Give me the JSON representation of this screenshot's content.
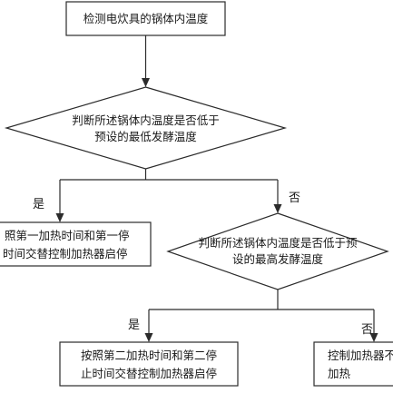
{
  "flowchart": {
    "step1": "检测电炊具的锅体内温度",
    "decision1": {
      "line1": "判断所述锅体内温度是否低于",
      "line2": "预设的最低发酵温度"
    },
    "yes1": "是",
    "no1": "否",
    "step2": {
      "line1": "照第一加热时间和第一停",
      "line2": "时间交替控制加热器启停"
    },
    "decision2": {
      "line1": "判断所述锅体内温度是否低于预",
      "line2": "设的最高发酵温度"
    },
    "yes2": "是",
    "no2": "否",
    "step3": {
      "line1": "按照第二加热时间和第二停",
      "line2": "止时间交替控制加热器启停"
    },
    "step4": {
      "line1": "控制加热器不",
      "line2": "加热"
    }
  }
}
